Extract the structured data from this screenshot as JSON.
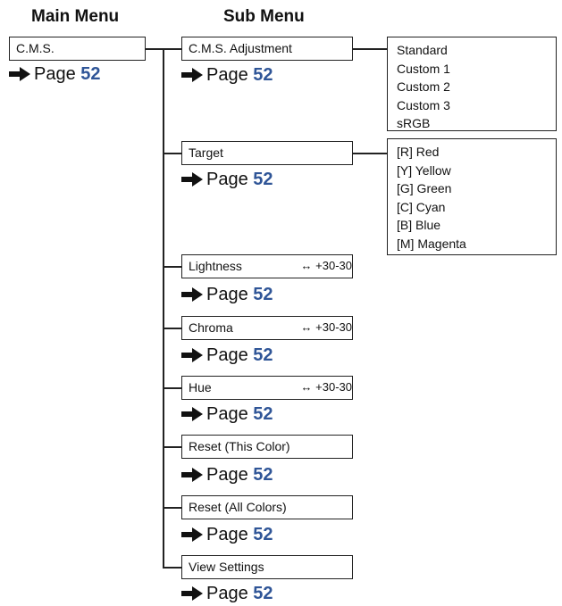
{
  "headers": {
    "main": "Main Menu",
    "sub": "Sub Menu"
  },
  "main_item": {
    "label": "C.M.S.",
    "page_word": "Page",
    "page_num": "52"
  },
  "sub_items": [
    {
      "label": "C.M.S. Adjustment",
      "page_word": "Page",
      "page_num": "52"
    },
    {
      "label": "Target",
      "page_word": "Page",
      "page_num": "52"
    },
    {
      "label": "Lightness",
      "range": "↔ +30-30",
      "page_word": "Page",
      "page_num": "52"
    },
    {
      "label": "Chroma",
      "range": "↔ +30-30",
      "page_word": "Page",
      "page_num": "52"
    },
    {
      "label": "Hue",
      "range": "↔ +30-30",
      "page_word": "Page",
      "page_num": "52"
    },
    {
      "label": "Reset (This Color)",
      "page_word": "Page",
      "page_num": "52"
    },
    {
      "label": "Reset (All Colors)",
      "page_word": "Page",
      "page_num": "52"
    },
    {
      "label": "View Settings",
      "page_word": "Page",
      "page_num": "52"
    }
  ],
  "cms_options": [
    "Standard",
    "Custom 1",
    "Custom 2",
    "Custom 3",
    "sRGB"
  ],
  "target_options": [
    "[R] Red",
    "[Y] Yellow",
    "[G] Green",
    "[C] Cyan",
    "[B] Blue",
    "[M] Magenta"
  ],
  "colors": {
    "page_number": "#2f5597",
    "line": "#222222"
  },
  "icons": {
    "page_ref": "right-arrow-icon"
  }
}
